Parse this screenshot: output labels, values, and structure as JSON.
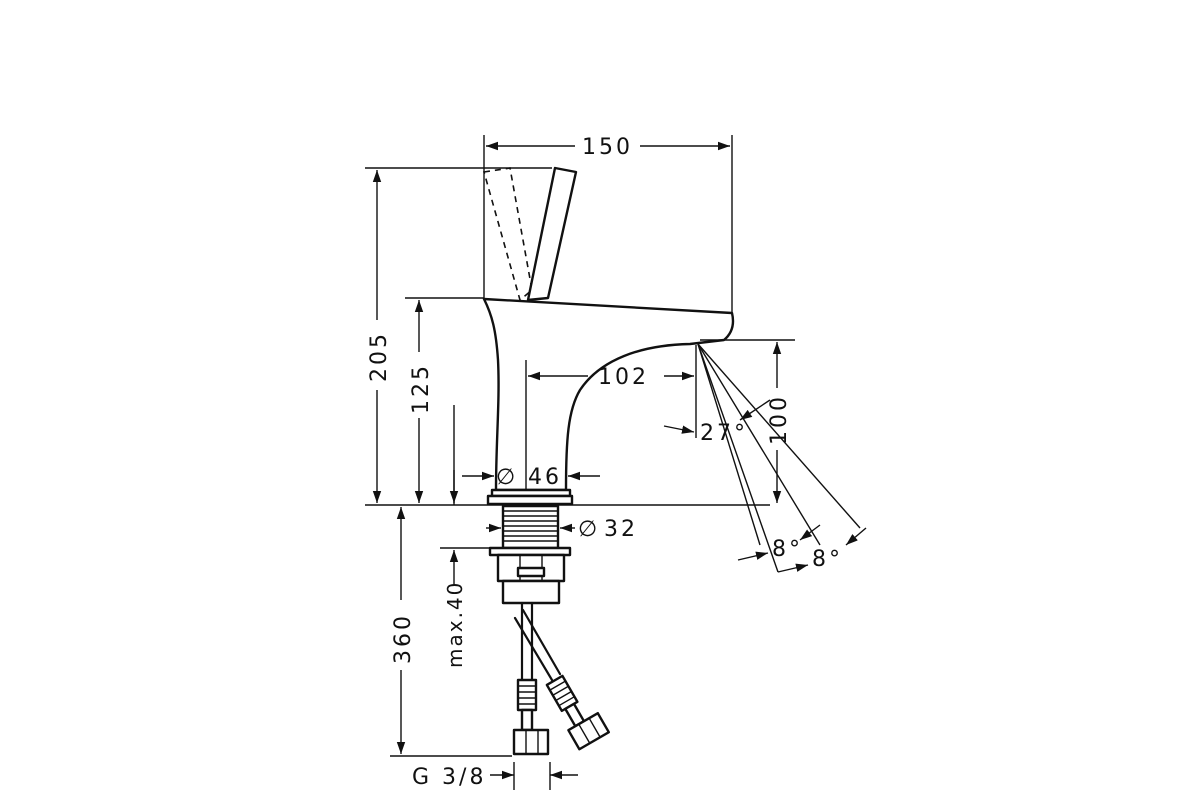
{
  "dimensions": {
    "width_total": "150",
    "height_total": "205",
    "spout_height": "125",
    "reach": "102",
    "flow_height": "100",
    "body_diameter": "46",
    "shank_diameter": "32",
    "spray_angle": "27°",
    "tilt_left": "8°",
    "tilt_right": "8°",
    "hose_length": "360",
    "max_thickness": "max.40",
    "connection_thread": "G 3/8"
  },
  "symbols": {
    "diameter_symbol": "∅"
  }
}
